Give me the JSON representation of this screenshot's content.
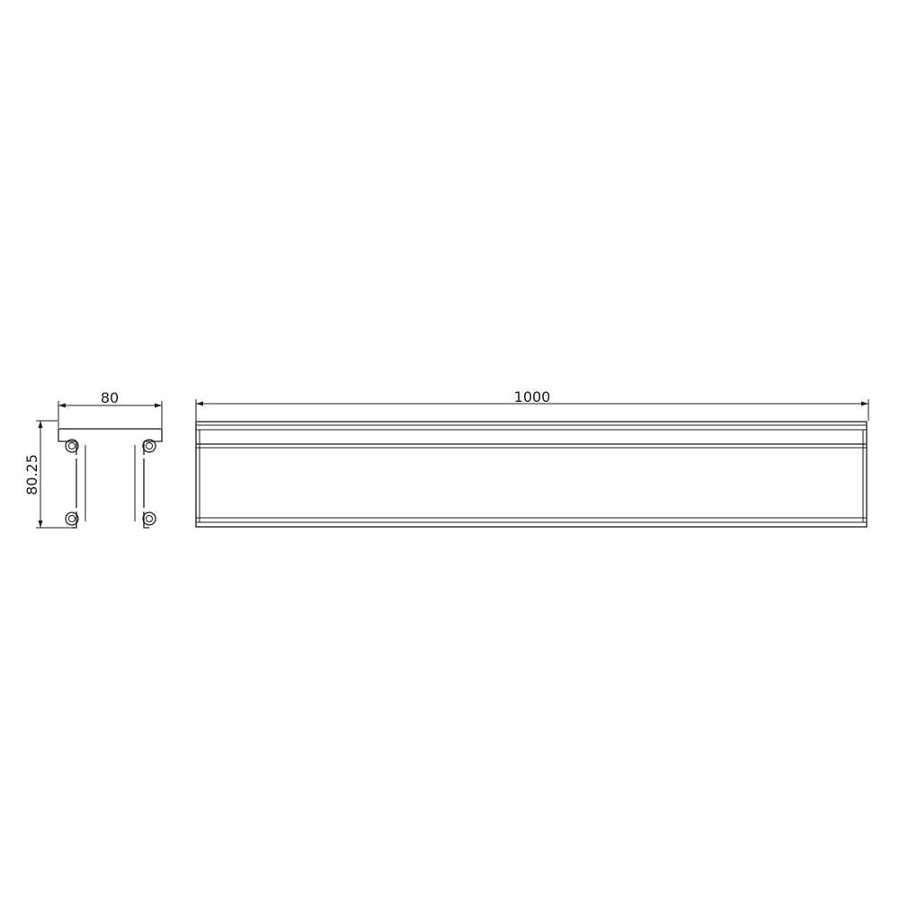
{
  "dimensions": {
    "end_width": "80",
    "end_height": "80.25",
    "length": "1000"
  },
  "colors": {
    "line": "#1a1a1a",
    "background": "#ffffff"
  }
}
